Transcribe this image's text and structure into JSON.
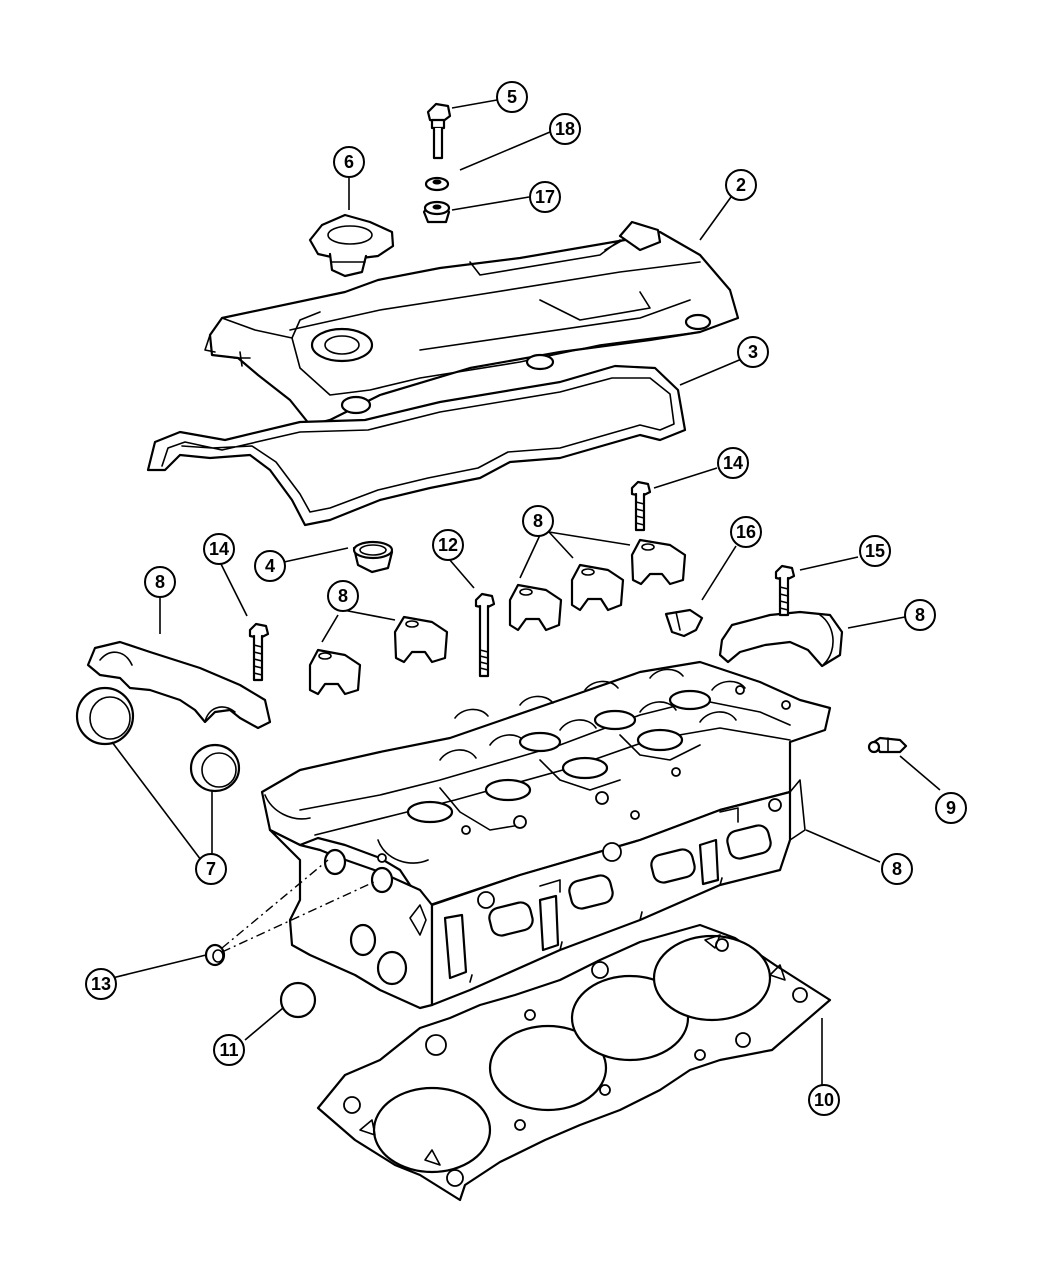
{
  "callouts": {
    "c2": "2",
    "c3": "3",
    "c4": "4",
    "c5": "5",
    "c6": "6",
    "c7": "7",
    "c8a": "8",
    "c8b": "8",
    "c8c": "8",
    "c8d": "8",
    "c8e": "8",
    "c9": "9",
    "c10": "10",
    "c11": "11",
    "c12": "12",
    "c13": "13",
    "c14a": "14",
    "c14b": "14",
    "c15": "15",
    "c16": "16",
    "c17": "17",
    "c18": "18"
  }
}
